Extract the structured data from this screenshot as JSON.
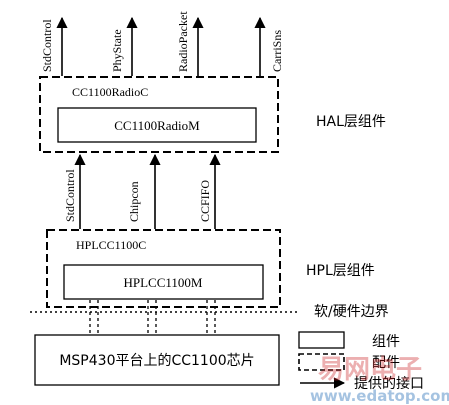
{
  "hal": {
    "outer_label": "CC1100RadioC",
    "inner_label": "CC1100RadioM",
    "layer_label": "HAL层组件",
    "top_interfaces": [
      "StdControl",
      "PhyState",
      "RadioPacket",
      "CarriSns"
    ]
  },
  "links": [
    "StdControl",
    "Chipcon",
    "CCFIFO"
  ],
  "hpl": {
    "outer_label": "HPLCC1100C",
    "inner_label": "HPLCC1100M",
    "layer_label": "HPL层组件"
  },
  "boundary_label": "软/硬件边界",
  "chip_label": "MSP430平台上的CC1100芯片",
  "legend": {
    "component": "组件",
    "configuration": "配件",
    "interface": "提供的接口"
  },
  "watermark": {
    "brand": "易网电子",
    "url": "www.edatop.com"
  },
  "colors": {
    "line": "#000000",
    "watermark_red": "#c8191e",
    "watermark_blue": "#1e6ab4"
  }
}
